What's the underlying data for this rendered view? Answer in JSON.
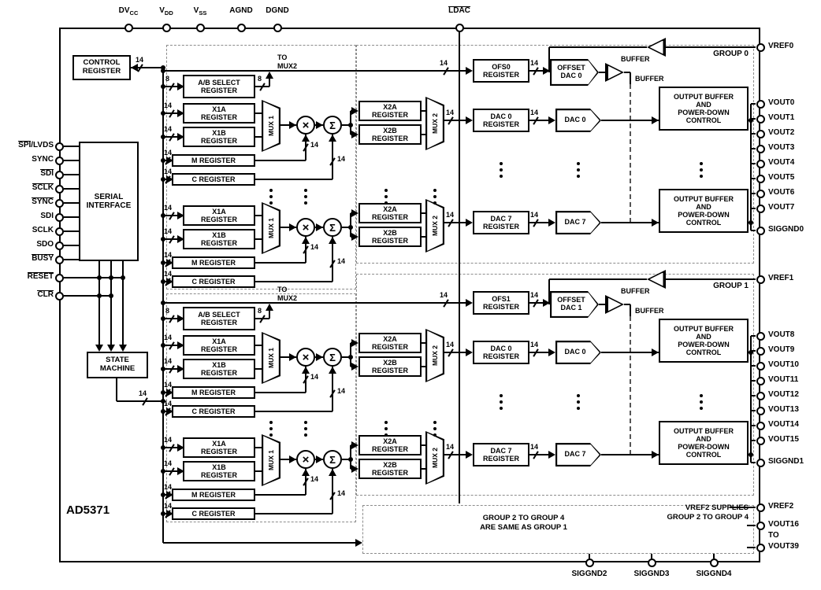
{
  "part_number": "AD5371",
  "bus": {
    "fourteen": "14",
    "eight": "8"
  },
  "pins": {
    "top": [
      {
        "text": "DV",
        "sub": "CC"
      },
      {
        "text": "V",
        "sub": "DD"
      },
      {
        "text": "V",
        "sub": "SS"
      },
      {
        "text": "AGND"
      },
      {
        "text": "DGND"
      },
      {
        "text": "LDAC",
        "bar": true
      }
    ],
    "left": [
      {
        "text": "SPI",
        "bar": true,
        "suffix": "/LVDS"
      },
      {
        "text": "SYNC"
      },
      {
        "text": "SDI",
        "bar": true
      },
      {
        "text": "SCLK",
        "bar": true
      },
      {
        "text": "SYNC",
        "bar": true
      },
      {
        "text": "SDI"
      },
      {
        "text": "SCLK"
      },
      {
        "text": "SDO"
      },
      {
        "text": "BUSY",
        "bar": true
      },
      {
        "text": "RESET",
        "bar": true
      },
      {
        "text": "CLR",
        "bar": true
      }
    ],
    "right": [
      "VREF0",
      "VOUT0",
      "VOUT1",
      "VOUT2",
      "VOUT3",
      "VOUT4",
      "VOUT5",
      "VOUT6",
      "VOUT7",
      "SIGGND0",
      "VREF1",
      "VOUT8",
      "VOUT9",
      "VOUT10",
      "VOUT11",
      "VOUT12",
      "VOUT13",
      "VOUT14",
      "VOUT15",
      "SIGGND1",
      "VREF2",
      "VOUT16",
      "VOUT39"
    ],
    "right_to_label": "TO",
    "bottom": [
      "SIGGND2",
      "SIGGND3",
      "SIGGND4"
    ]
  },
  "blocks": {
    "control_register": "CONTROL\nREGISTER",
    "serial_interface": "SERIAL\nINTERFACE",
    "state_machine": "STATE\nMACHINE",
    "ab_select": "A/B SELECT\nREGISTER",
    "x1a": "X1A\nREGISTER",
    "x1b": "X1B\nREGISTER",
    "m": "M REGISTER",
    "c": "C REGISTER",
    "mux1": "MUX 1",
    "mux2": "MUX 2",
    "x2a": "X2A\nREGISTER",
    "x2b": "X2B\nREGISTER",
    "to_mux2": "TO\nMUX2",
    "multiplier": "×",
    "adder": "Σ",
    "buffer": "BUFFER",
    "output_buffer": "OUTPUT BUFFER\nAND\nPOWER-DOWN\nCONTROL"
  },
  "groups": [
    {
      "label": "GROUP 0",
      "ofs_register": "OFS0\nREGISTER",
      "offset_dac": "OFFSET\nDAC 0",
      "dac_registers": [
        "DAC 0\nREGISTER",
        "DAC 7\nREGISTER"
      ],
      "dacs": [
        "DAC 0",
        "DAC 7"
      ]
    },
    {
      "label": "GROUP 1",
      "ofs_register": "OFS1\nREGISTER",
      "offset_dac": "OFFSET\nDAC 1",
      "dac_registers": [
        "DAC 0\nREGISTER",
        "DAC 7\nREGISTER"
      ],
      "dacs": [
        "DAC 0",
        "DAC 7"
      ]
    }
  ],
  "notes": {
    "group2to4": "GROUP 2 TO GROUP 4\nARE SAME AS GROUP 1",
    "vref2": "VREF2 SUPPLIES\nGROUP 2 TO GROUP 4"
  }
}
